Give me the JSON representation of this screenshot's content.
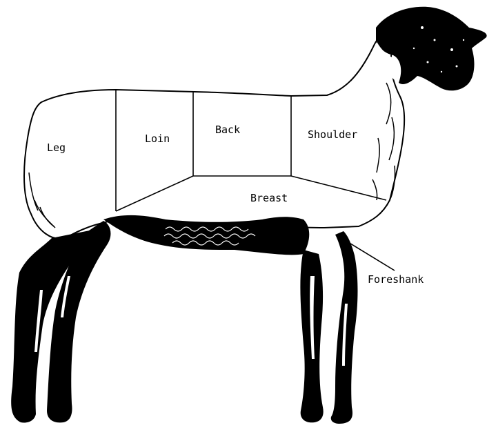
{
  "diagram": {
    "cuts": {
      "leg": "Leg",
      "loin": "Loin",
      "back": "Back",
      "shoulder": "Shoulder",
      "breast": "Breast",
      "foreshank": "Foreshank"
    }
  }
}
